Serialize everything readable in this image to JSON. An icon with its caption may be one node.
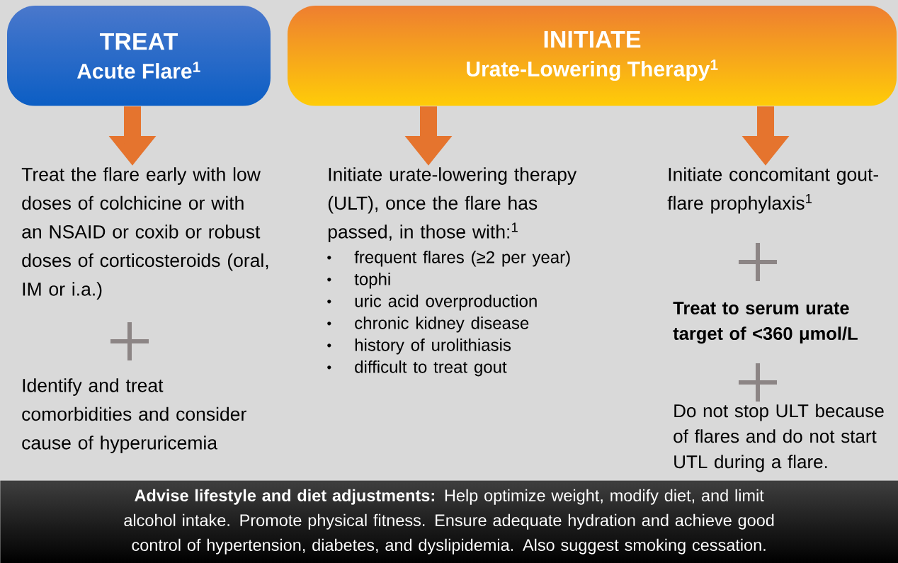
{
  "diagram": {
    "nodes": [
      {
        "text": [
          "TREAT",
          "Acute Flare$^{1}$"
        ]
      },
      {
        "text": [
          "INITIATE",
          "Urate-Lowering Therapy$^{1}$"
        ]
      },
      {
        "text": [
          "Treat the flare early with low doses of colchicine or with an NSAID or coxib or robust doses of corticosteroids (oral, IM or i.a.)"
        ]
      },
      {
        "text": [
          "Initiate urate-lowering therapy (ULT), once the flare has passed, in those with:$^{1}$",
          "frequent flares (≥2 per year)",
          "tophi",
          "uric acid overproduction",
          "chronic kidney disease",
          "history of urolithiasis",
          "difficult to treat gout"
        ]
      },
      {
        "text": [
          "Initiate concomitant gout-flare prophylaxis$^{1}$"
        ]
      },
      {
        "text": [
          "**Advise lifestyle and diet adjustments:** Help optimize weight, modify diet, and limit alcohol intake. Promote physical fitness. Ensure adequate hydration and achieve good control of hypertension, diabetes, and dyslipidemia. Also suggest smoking cessation."
        ]
      }
    ],
    "edges": [
      {
        "from": 0,
        "to": 2,
        "arrow": "to"
      },
      {
        "from": 1,
        "to": 3,
        "arrow": "to"
      },
      {
        "from": 1,
        "to": 4,
        "arrow": "to"
      }
    ],
    "labels": [
      "Identify and treat comorbidities and consider cause of hyperuricemia",
      "Treat to serum urate target of <360 μmol/L",
      "Do not stop ULT because of flares and do not start UTL during a flare."
    ]
  }
}
